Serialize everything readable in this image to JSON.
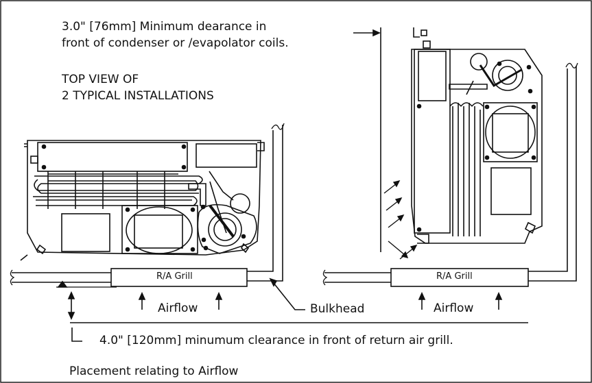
{
  "notes": {
    "clearance_coils_line1": "3.0\" [76mm] Minimum dearance in",
    "clearance_coils_line2": "front of condenser or /evapolator coils.",
    "view_title_line1": "TOP VIEW OF",
    "view_title_line2": "2 TYPICAL INSTALLATIONS",
    "clearance_grill": "4.0\" [120mm] minumum clearance in front of return air grill.",
    "caption": "Placement relating to Airflow"
  },
  "labels": {
    "grill_left": "R/A Grill",
    "grill_right": "R/A Grill",
    "airflow_left": "Airflow",
    "airflow_right": "Airflow",
    "bulkhead": "Bulkhead"
  },
  "colors": {
    "line": "#111111",
    "background": "#ffffff"
  }
}
